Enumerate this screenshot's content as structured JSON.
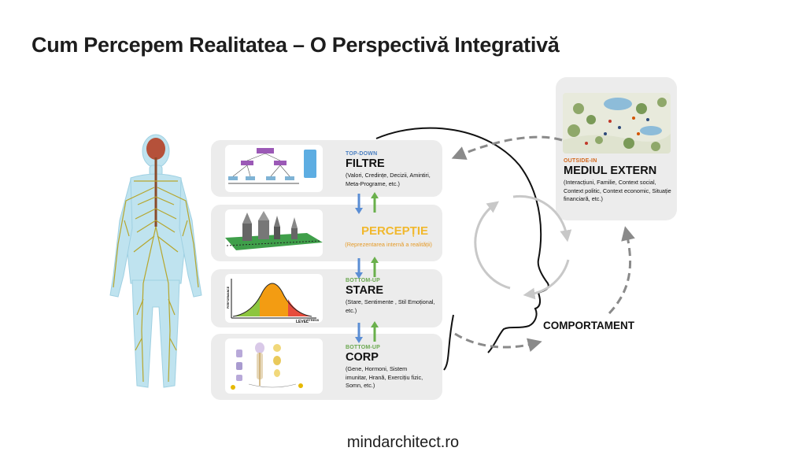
{
  "title": "Cum Percepem Realitatea – O Perspectivă Integrativă",
  "footer": "mindarchitect.ro",
  "layers": {
    "filtre": {
      "subtitle": "TOP-DOWN",
      "heading": "FILTRE",
      "desc": "(Valori, Credințe, Decizii, Amintiri, Meta-Programe, etc.)"
    },
    "perceptie": {
      "heading": "PERCEPȚIE",
      "desc": "(Reprezentarea internă a realității)"
    },
    "stare": {
      "subtitle": "BOTTOM-UP",
      "heading": "STARE",
      "desc": "(Stare, Sentimente , Stil Emoțional, etc.)"
    },
    "corp": {
      "subtitle": "BOTTOM-UP",
      "heading": "CORP",
      "desc": "(Gene, Hormoni, Sistem imunitar, Hrană, Exercițiu fizic, Somn, etc.)"
    }
  },
  "mediu": {
    "subtitle": "OUTSIDE-IN",
    "heading": "MEDIUL EXTERN",
    "desc": "(Interacțiuni, Familie, Context social, Context politic, Context economic, Situație financiară, etc.)"
  },
  "comportament": "COMPORTAMENT",
  "stress_chart": {
    "ylabel": "PERFORMANCE",
    "xlabel1": "STRESS",
    "xlabel2": "LEVEL"
  },
  "colors": {
    "arrow_down": "#5b8ed4",
    "arrow_up": "#6ab04c",
    "perceptie": "#f1b82d",
    "card_bg": "#ececec",
    "dashed": "#8a8a8a"
  },
  "icons": [
    "human-nervous-system-figure",
    "head-profile-outline",
    "cycle-arrows-icon",
    "dashed-arrow-icon"
  ]
}
